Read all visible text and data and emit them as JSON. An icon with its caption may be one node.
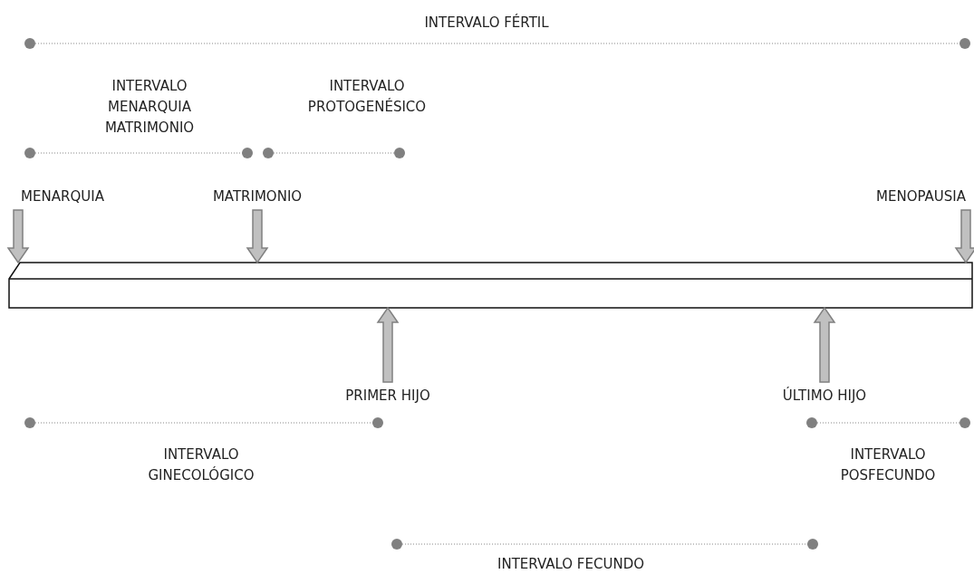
{
  "diagram": {
    "nodes": [
      {
        "text": [
          "MENARQUIA"
        ]
      },
      {
        "text": [
          "MATRIMONIO"
        ]
      },
      {
        "text": [
          "MENOPAUSIA"
        ]
      },
      {
        "text": [],
        "shape": "bar"
      },
      {
        "text": [
          "PRIMER HIJO"
        ]
      },
      {
        "text": [
          "ÚLTIMO HIJO"
        ]
      }
    ],
    "edges": [
      {
        "from": 0,
        "to": 3,
        "arrow": "to",
        "style": "thick"
      },
      {
        "from": 1,
        "to": 3,
        "arrow": "to",
        "style": "thick"
      },
      {
        "from": 2,
        "to": 3,
        "arrow": "to",
        "style": "thick"
      },
      {
        "from": 4,
        "to": 3,
        "arrow": "to",
        "style": "thick"
      },
      {
        "from": 5,
        "to": 3,
        "arrow": "to",
        "style": "thick"
      }
    ],
    "labels": [
      "INTERVALO FÉRTIL",
      "INTERVALO MENARQUIA MATRIMONIO",
      "INTERVALO PROTOGENÉSICO",
      "INTERVALO GINECOLÓGICO",
      "INTERVALO POSFECUNDO",
      "INTERVALO FECUNDO"
    ]
  }
}
